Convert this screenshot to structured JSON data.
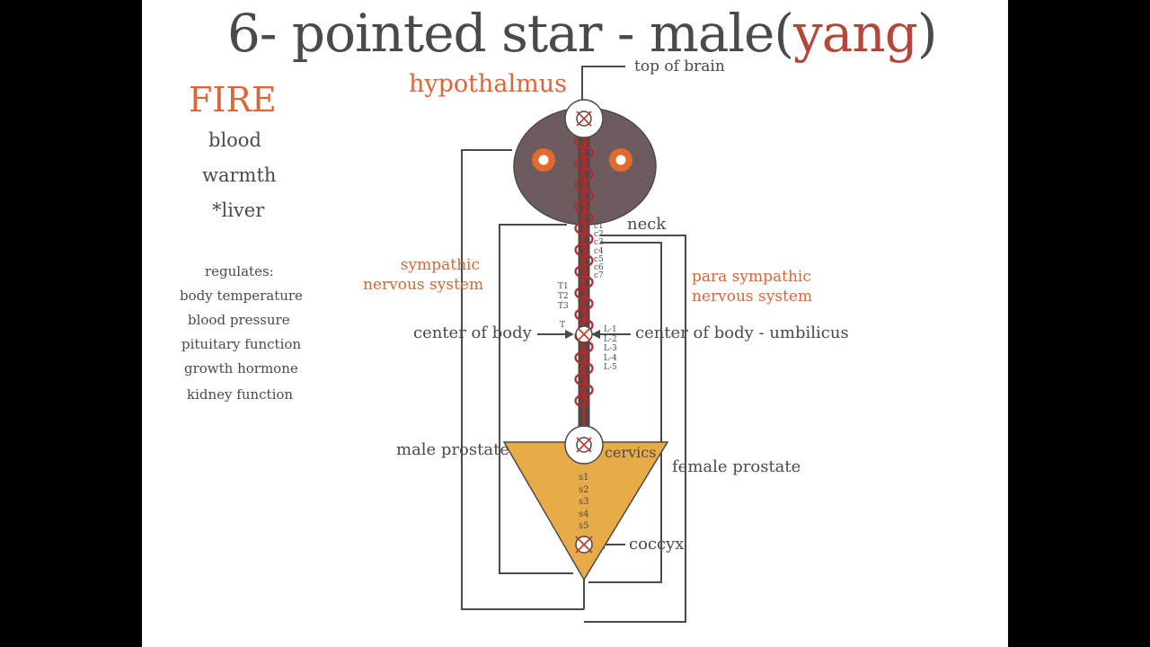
{
  "title": {
    "prefix": "6- pointed star  - male(",
    "highlight": "yang",
    "suffix": ")"
  },
  "element": {
    "name": "FIRE",
    "attributes": [
      "blood",
      "warmth",
      "*liver"
    ]
  },
  "regulates": {
    "heading": "regulates:",
    "items": [
      "body temperature",
      "blood pressure",
      "pituitary function",
      "growth hormone",
      "kidney function"
    ]
  },
  "labels": {
    "hypothalmus": "hypothalmus",
    "top_of_brain": "top of brain",
    "neck": "neck",
    "sympathic_line1": "sympathic",
    "sympathic_line2": "nervous system",
    "para_line1": "para sympathic",
    "para_line2": "nervous system",
    "center_left": "center of body",
    "center_right": "center of body - umbilicus",
    "male_prostate": "male prostate",
    "female_prostate": "female prostate",
    "cervics": "cervics",
    "coccyx": "coccyx"
  },
  "vertebrae": {
    "cervical": [
      "c1",
      "c2",
      "c3",
      "c4",
      "c5",
      "c6",
      "c7"
    ],
    "thoracic": [
      "T1",
      "T2",
      "T3",
      "T"
    ],
    "lumbar": [
      "L-1",
      "L-2",
      "L-3",
      "L-4",
      "L-5"
    ],
    "sacral": [
      "s1",
      "s2",
      "s3",
      "s4",
      "s5"
    ]
  },
  "colors": {
    "head": "#6e5b5d",
    "pelvis": "#e7ab48",
    "accent_orange": "#d8673a",
    "yang_red": "#b5473a",
    "spine_red": "#b02a2a",
    "line": "#4a4a4a"
  }
}
